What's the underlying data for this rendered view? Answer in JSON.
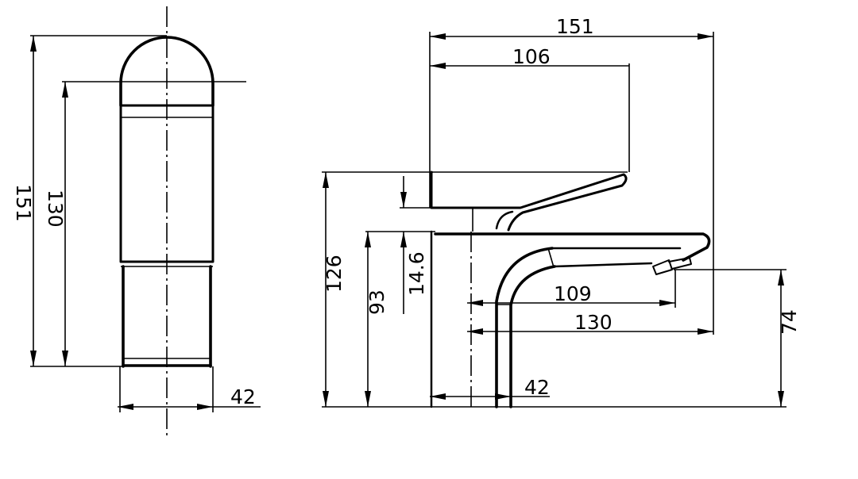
{
  "front_view": {
    "height_total": "151",
    "height_body": "130",
    "width": "42"
  },
  "side_view": {
    "length_total": "151",
    "handle_length": "106",
    "height_total": "126",
    "spout_height": "93",
    "handle_height": "14.6",
    "spout_reach_aerator": "109",
    "spout_reach": "130",
    "outlet_height": "74",
    "base_width": "42"
  },
  "colors": {
    "line": "#000000",
    "background": "#ffffff"
  }
}
